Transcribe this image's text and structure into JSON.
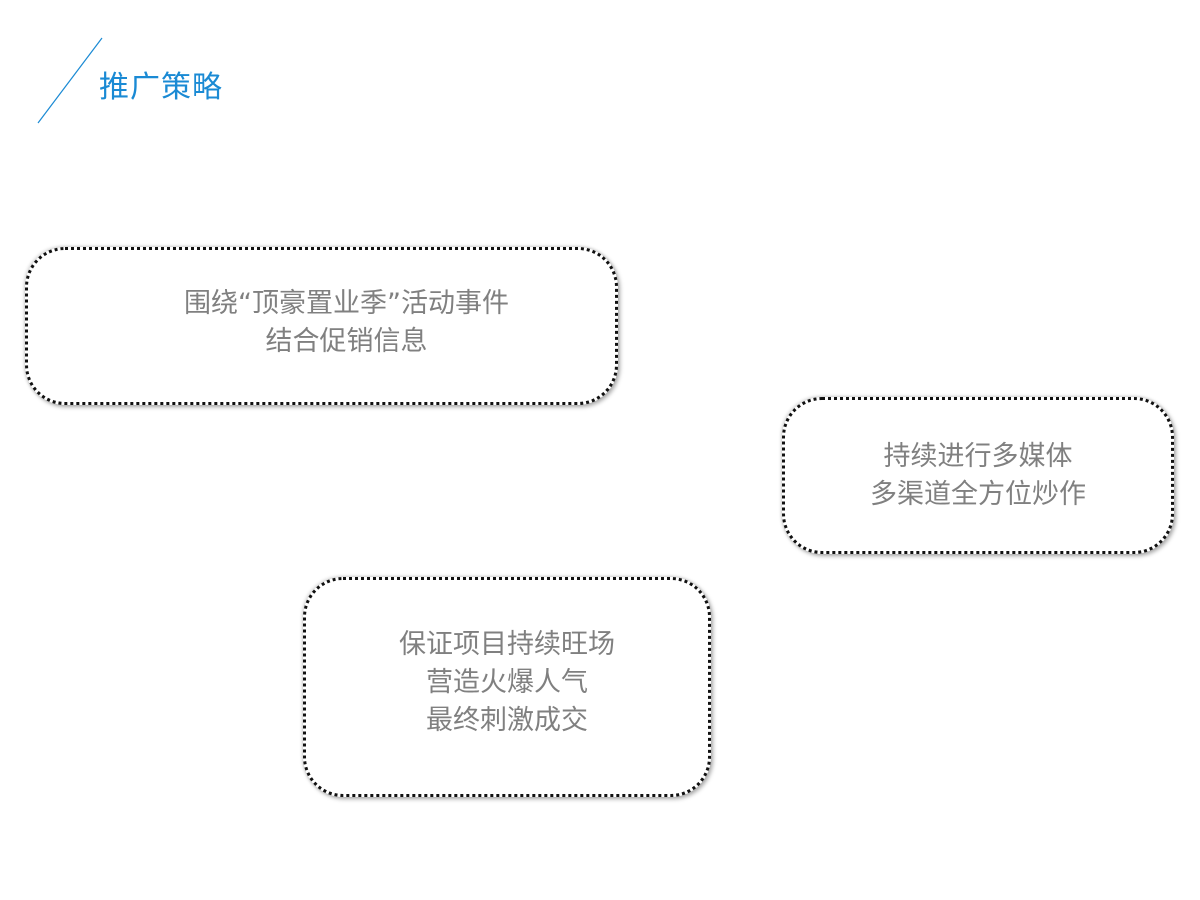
{
  "slide": {
    "title": "推广策略",
    "accent_color": "#1a8ad4",
    "text_color": "#808080",
    "boxes": [
      {
        "lines": [
          "围绕“顶豪置业季”活动事件",
          "结合促销信息"
        ]
      },
      {
        "lines": [
          "持续进行多媒体",
          "多渠道全方位炒作"
        ]
      },
      {
        "lines": [
          "保证项目持续旺场",
          "营造火爆人气",
          "最终刺激成交"
        ]
      }
    ]
  }
}
